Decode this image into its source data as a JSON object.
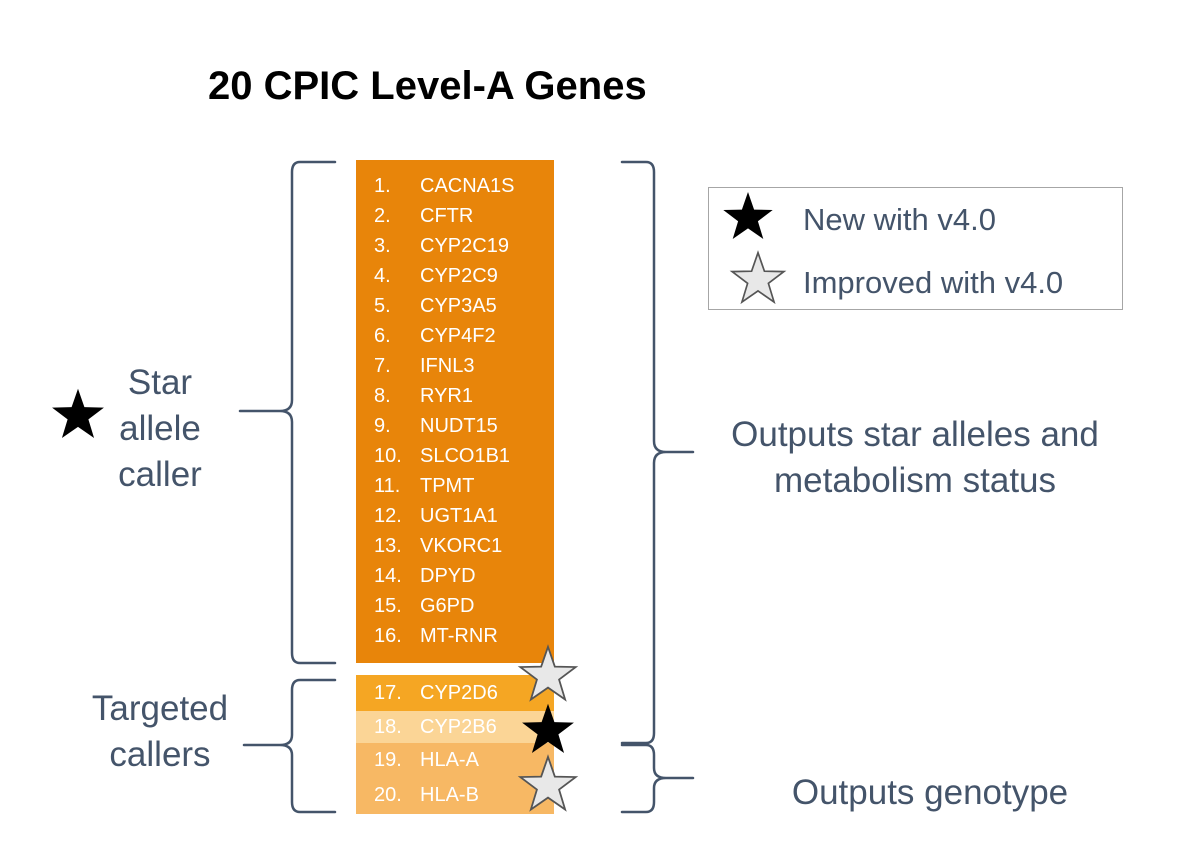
{
  "title": "20 CPIC Level-A Genes",
  "genes_main": [
    {
      "num": "1.",
      "name": "CACNA1S"
    },
    {
      "num": "2.",
      "name": "CFTR"
    },
    {
      "num": "3.",
      "name": "CYP2C19"
    },
    {
      "num": "4.",
      "name": "CYP2C9"
    },
    {
      "num": "5.",
      "name": "CYP3A5"
    },
    {
      "num": "6.",
      "name": "CYP4F2"
    },
    {
      "num": "7.",
      "name": "IFNL3"
    },
    {
      "num": "8.",
      "name": "RYR1"
    },
    {
      "num": "9.",
      "name": "NUDT15"
    },
    {
      "num": "10.",
      "name": "SLCO1B1"
    },
    {
      "num": "11.",
      "name": "TPMT"
    },
    {
      "num": "12.",
      "name": "UGT1A1"
    },
    {
      "num": "13.",
      "name": "VKORC1"
    },
    {
      "num": "14.",
      "name": "DPYD"
    },
    {
      "num": "15.",
      "name": "G6PD"
    },
    {
      "num": "16.",
      "name": "MT-RNR"
    }
  ],
  "genes_targeted": [
    {
      "num": "17.",
      "name": "CYP2D6",
      "marker": "improved"
    },
    {
      "num": "18.",
      "name": "CYP2B6",
      "marker": "new"
    },
    {
      "num": "19.",
      "name": "HLA-A",
      "marker": ""
    },
    {
      "num": "20.",
      "name": "HLA-B",
      "marker": "improved"
    }
  ],
  "labels": {
    "star_allele_caller": "Star allele caller",
    "star_allele_caller_marker": "new",
    "targeted_callers": "Targeted callers",
    "outputs_star_alleles": "Outputs star alleles and metabolism status",
    "outputs_genotype": "Outputs genotype"
  },
  "legend": {
    "new": "New with v4.0",
    "improved": "Improved with v4.0"
  },
  "colors": {
    "main_block": "#e8850a",
    "cyp2d6": "#f5a623",
    "cyp2b6": "#fbd596",
    "hla": "#f7b864",
    "text_blue_gray": "#44546a",
    "new_star": "#000000",
    "improved_star": "#e8e8e8"
  }
}
